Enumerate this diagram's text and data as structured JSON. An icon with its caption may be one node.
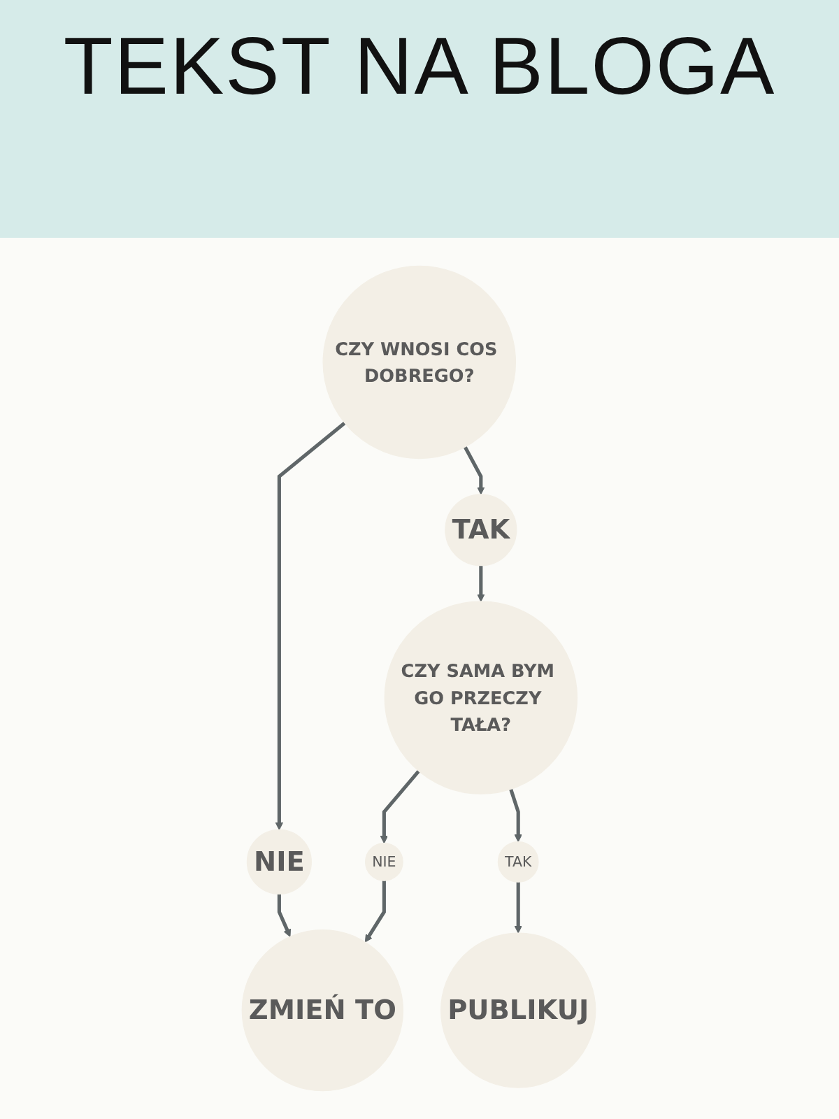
{
  "diagram": {
    "title": "TEKST NA BLOGA",
    "nodes": [
      {
        "text": [
          "CZY WNOSI COS DOBREGO?"
        ]
      },
      {
        "text": [
          "TAK"
        ]
      },
      {
        "text": [
          "NIE"
        ]
      },
      {
        "text": [
          "CZY SAMA BYM GO PRZECZY TAŁA?"
        ]
      },
      {
        "text": [
          "NIE"
        ]
      },
      {
        "text": [
          "TAK"
        ]
      },
      {
        "text": [
          "ZMIEŃ TO"
        ]
      },
      {
        "text": [
          "PUBLIKUJ"
        ]
      }
    ],
    "edges": [
      {
        "from": 0,
        "to": 1,
        "arrow": "to"
      },
      {
        "from": 0,
        "to": 2,
        "arrow": "to"
      },
      {
        "from": 1,
        "to": 3,
        "arrow": "to"
      },
      {
        "from": 2,
        "to": 6,
        "arrow": "to"
      },
      {
        "from": 3,
        "to": 4,
        "arrow": "to"
      },
      {
        "from": 3,
        "to": 5,
        "arrow": "to"
      },
      {
        "from": 4,
        "to": 6,
        "arrow": "to"
      },
      {
        "from": 5,
        "to": 7,
        "arrow": "to"
      }
    ]
  }
}
